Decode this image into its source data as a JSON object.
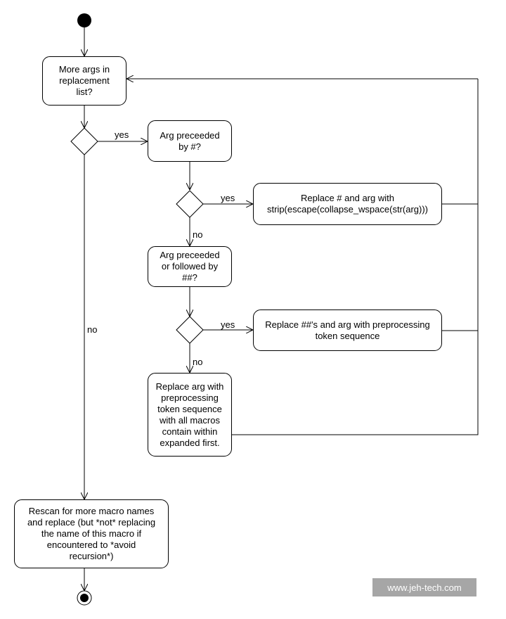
{
  "nodes": {
    "more_args": "More args in\nreplacement\nlist?",
    "arg_hash": "Arg preceeded\nby #?",
    "replace_hash": "Replace # and arg with\nstrip(escape(collapse_wspace(str(arg)))",
    "arg_hashhash": "Arg preceeded\nor followed by\n##?",
    "replace_hashhash": "Replace ##'s and arg with preprocessing\ntoken sequence",
    "replace_arg": "Replace arg with\npreprocessing\ntoken sequence\nwith all macros\ncontain within\nexpanded first.",
    "rescan": "Rescan for more macro names\nand replace (but *not* replacing\nthe name of this macro if\nencountered to *avoid\nrecursion*)"
  },
  "edges": {
    "d1_yes": "yes",
    "d1_no": "no",
    "d2_yes": "yes",
    "d2_no": "no",
    "d3_yes": "yes",
    "d3_no": "no"
  },
  "watermark": "www.jeh-tech.com"
}
